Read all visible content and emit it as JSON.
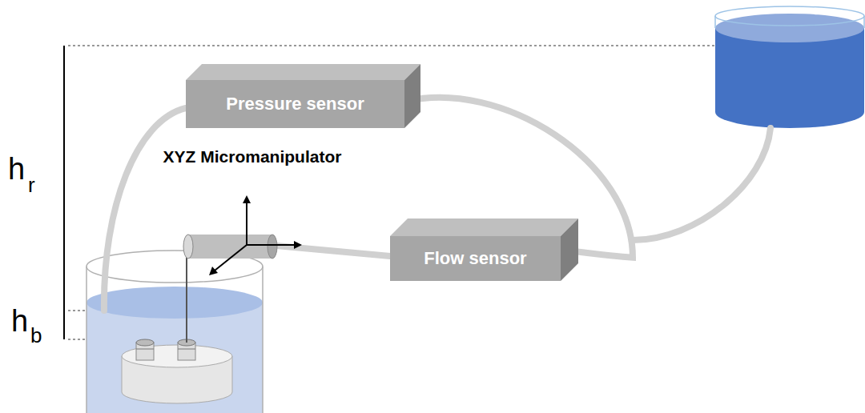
{
  "diagram": {
    "nodes": [
      {
        "text": [
          "Pressure sensor"
        ]
      },
      {
        "text": [
          "Flow sensor"
        ]
      }
    ],
    "edges": [
      {
        "from": 0,
        "to": 1,
        "arrow": "none"
      }
    ],
    "labels": [
      "h",
      "r",
      "h",
      "b",
      "XYZ Micromanipulator"
    ]
  }
}
